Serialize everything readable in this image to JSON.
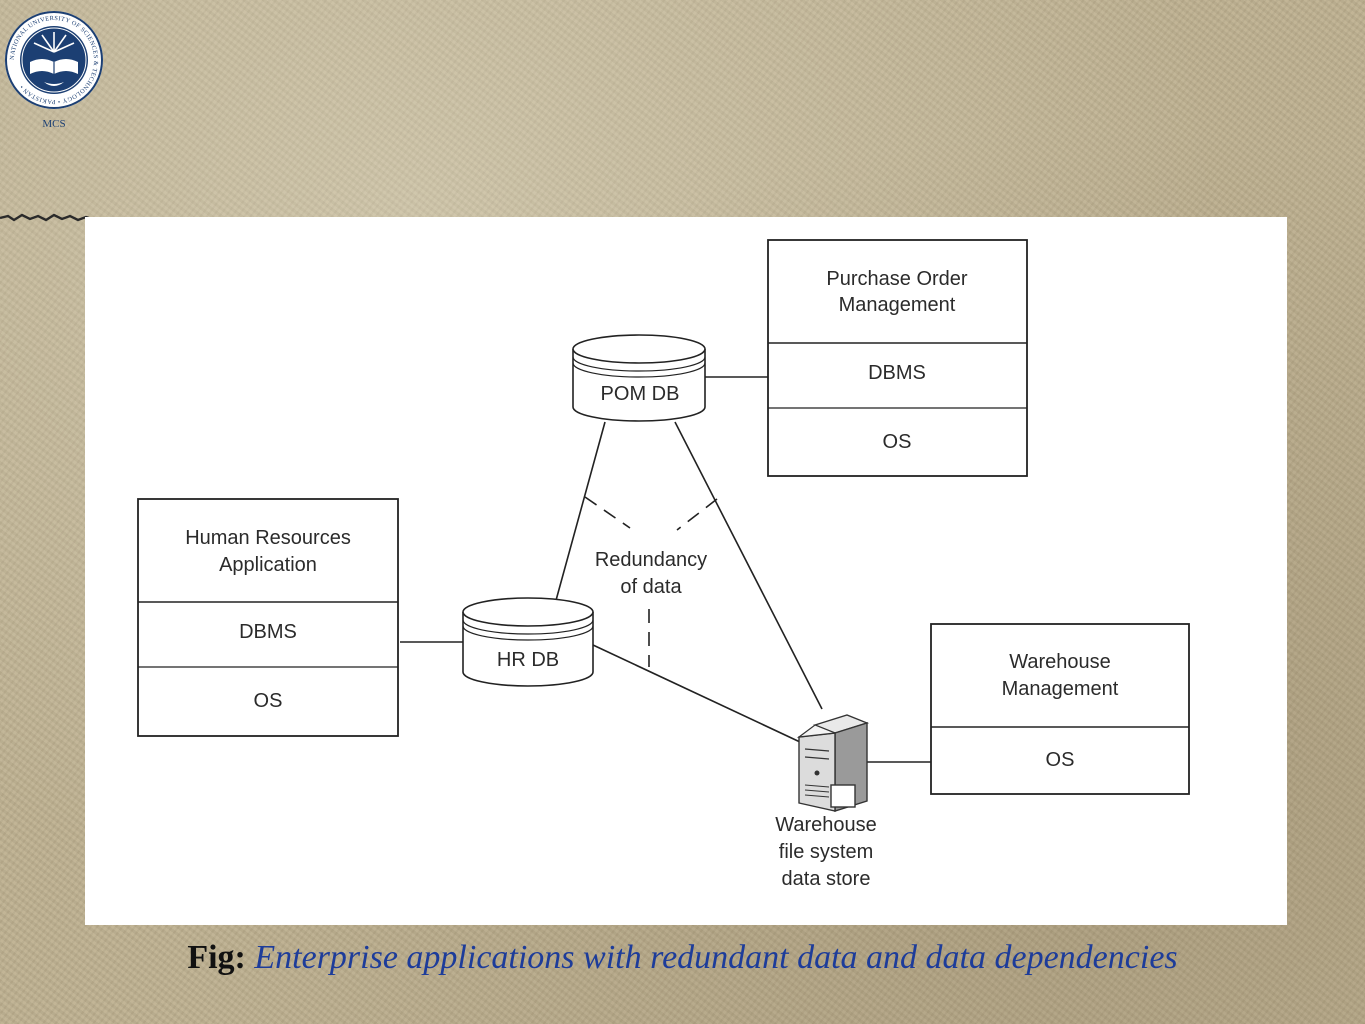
{
  "logo": {
    "label": "MCS",
    "ring_text": "NATIONAL UNIVERSITY OF SCIENCES & TECHNOLOGY • PAKISTAN •"
  },
  "diagram": {
    "purchase_order": {
      "title_line1": "Purchase Order",
      "title_line2": "Management",
      "layer1": "DBMS",
      "layer2": "OS"
    },
    "pom_db": {
      "label": "POM DB"
    },
    "hr_app": {
      "title_line1": "Human Resources",
      "title_line2": "Application",
      "layer1": "DBMS",
      "layer2": "OS"
    },
    "hr_db": {
      "label": "HR DB"
    },
    "redundancy": {
      "line1": "Redundancy",
      "line2": "of data"
    },
    "warehouse_mgmt": {
      "title_line1": "Warehouse",
      "title_line2": "Management",
      "layer1": "OS"
    },
    "warehouse_store": {
      "line1": "Warehouse",
      "line2": "file system",
      "line3": "data store"
    }
  },
  "caption": {
    "label": "Fig:",
    "text": "Enterprise applications with redundant data and data dependencies"
  },
  "colors": {
    "caption_text": "#1d3c9a",
    "logo_blue": "#1c3f73",
    "background": "#bdb08f"
  }
}
